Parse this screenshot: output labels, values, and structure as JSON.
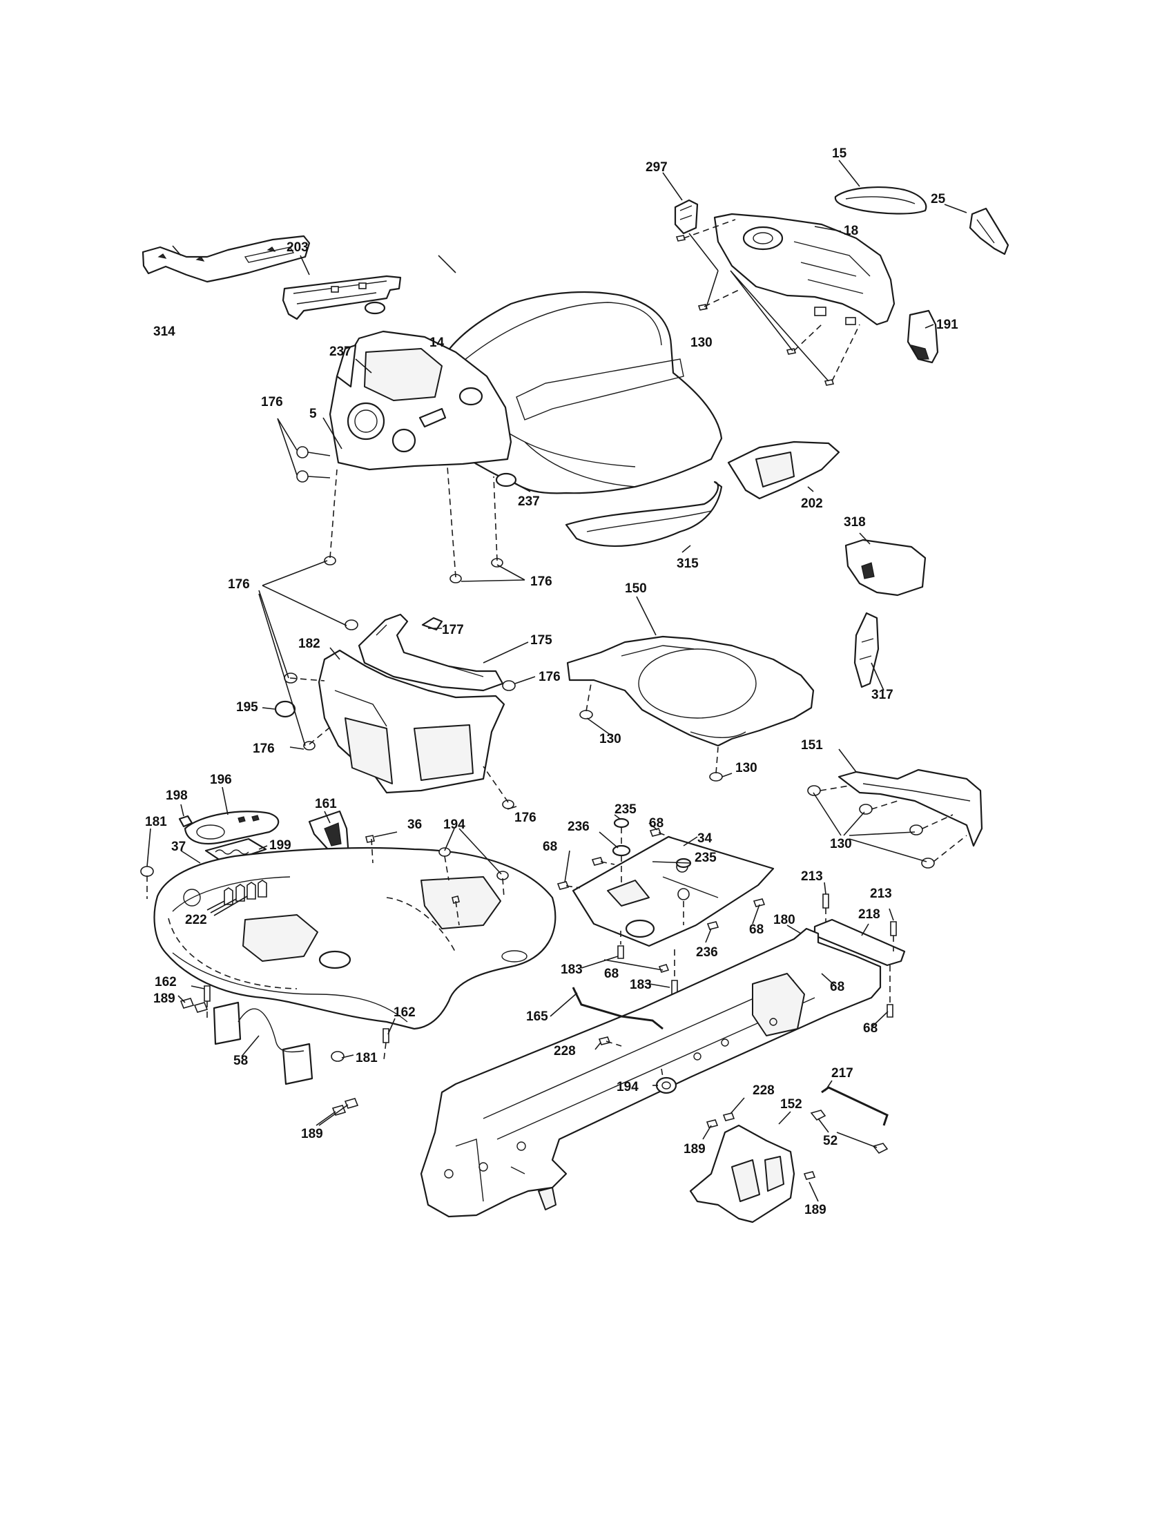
{
  "callouts": [
    {
      "id": "c15",
      "text": "15"
    },
    {
      "id": "c297",
      "text": "297"
    },
    {
      "id": "c25",
      "text": "25"
    },
    {
      "id": "c18",
      "text": "18"
    },
    {
      "id": "c203",
      "text": "203"
    },
    {
      "id": "c191",
      "text": "191"
    },
    {
      "id": "c130a",
      "text": "130"
    },
    {
      "id": "c314",
      "text": "314"
    },
    {
      "id": "c14",
      "text": "14"
    },
    {
      "id": "c237a",
      "text": "237"
    },
    {
      "id": "c176a",
      "text": "176"
    },
    {
      "id": "c5",
      "text": "5"
    },
    {
      "id": "c202",
      "text": "202"
    },
    {
      "id": "c237b",
      "text": "237"
    },
    {
      "id": "c318",
      "text": "318"
    },
    {
      "id": "c315",
      "text": "315"
    },
    {
      "id": "c176b",
      "text": "176"
    },
    {
      "id": "c150",
      "text": "150"
    },
    {
      "id": "c176c",
      "text": "176"
    },
    {
      "id": "c177",
      "text": "177"
    },
    {
      "id": "c182",
      "text": "182"
    },
    {
      "id": "c175",
      "text": "175"
    },
    {
      "id": "c176d",
      "text": "176"
    },
    {
      "id": "c317",
      "text": "317"
    },
    {
      "id": "c195",
      "text": "195"
    },
    {
      "id": "c176e",
      "text": "176"
    },
    {
      "id": "c130b",
      "text": "130"
    },
    {
      "id": "c130c",
      "text": "130"
    },
    {
      "id": "c151",
      "text": "151"
    },
    {
      "id": "c198",
      "text": "198"
    },
    {
      "id": "c196",
      "text": "196"
    },
    {
      "id": "c161",
      "text": "161"
    },
    {
      "id": "c176f",
      "text": "176"
    },
    {
      "id": "c235a",
      "text": "235"
    },
    {
      "id": "c181a",
      "text": "181"
    },
    {
      "id": "c36",
      "text": "36"
    },
    {
      "id": "c194a",
      "text": "194"
    },
    {
      "id": "c236a",
      "text": "236"
    },
    {
      "id": "c68a",
      "text": "68"
    },
    {
      "id": "c34",
      "text": "34"
    },
    {
      "id": "c130d",
      "text": "130"
    },
    {
      "id": "c37",
      "text": "37"
    },
    {
      "id": "c199",
      "text": "199"
    },
    {
      "id": "c68b",
      "text": "68"
    },
    {
      "id": "c235b",
      "text": "235"
    },
    {
      "id": "c213a",
      "text": "213"
    },
    {
      "id": "c213b",
      "text": "213"
    },
    {
      "id": "c222",
      "text": "222"
    },
    {
      "id": "c218",
      "text": "218"
    },
    {
      "id": "c180",
      "text": "180"
    },
    {
      "id": "c68c",
      "text": "68"
    },
    {
      "id": "c236b",
      "text": "236"
    },
    {
      "id": "c183a",
      "text": "183"
    },
    {
      "id": "c68d",
      "text": "68"
    },
    {
      "id": "c162a",
      "text": "162"
    },
    {
      "id": "c183b",
      "text": "183"
    },
    {
      "id": "c68e",
      "text": "68"
    },
    {
      "id": "c189a",
      "text": "189"
    },
    {
      "id": "c165",
      "text": "165"
    },
    {
      "id": "c68f",
      "text": "68"
    },
    {
      "id": "c162b",
      "text": "162"
    },
    {
      "id": "c228a",
      "text": "228"
    },
    {
      "id": "c181b",
      "text": "181"
    },
    {
      "id": "c58",
      "text": "58"
    },
    {
      "id": "c217",
      "text": "217"
    },
    {
      "id": "c194b",
      "text": "194"
    },
    {
      "id": "c228b",
      "text": "228"
    },
    {
      "id": "c152",
      "text": "152"
    },
    {
      "id": "c52",
      "text": "52"
    },
    {
      "id": "c189b",
      "text": "189"
    },
    {
      "id": "c189c",
      "text": "189"
    },
    {
      "id": "c189d",
      "text": "189"
    }
  ]
}
